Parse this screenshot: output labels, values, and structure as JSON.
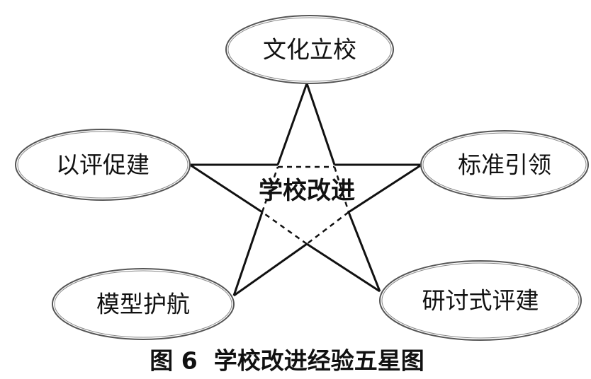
{
  "diagram": {
    "center_label": "学校改进",
    "nodes": {
      "top": "文化立校",
      "left": "以评促建",
      "right": "标准引领",
      "bottom_left": "模型护航",
      "bottom_right": "研讨式评建"
    }
  },
  "caption": "图 6  学校改进经验五星图"
}
